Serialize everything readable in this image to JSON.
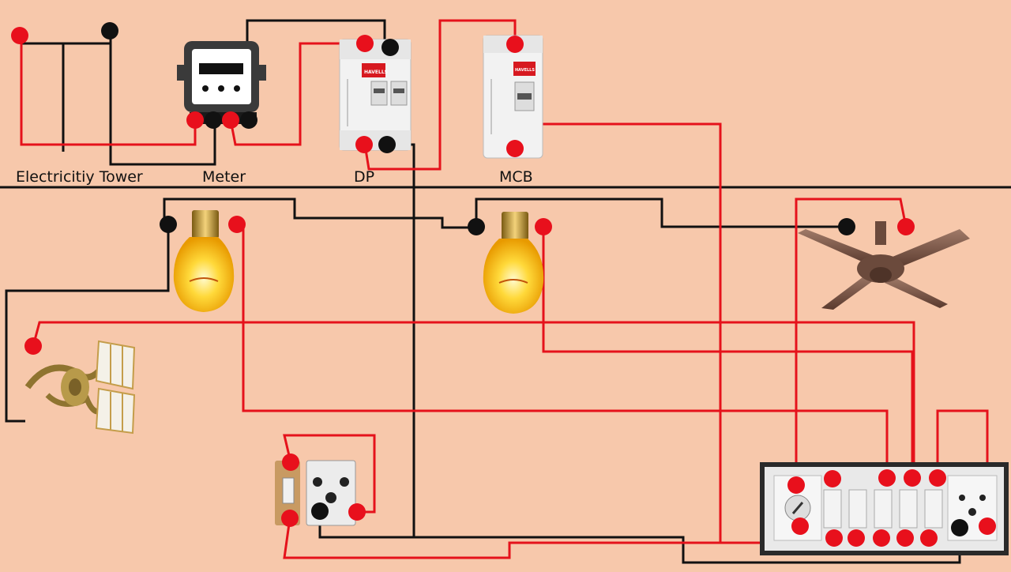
{
  "labels": {
    "tower": "Electricitiy Tower",
    "meter": "Meter",
    "dp": "DP",
    "mcb": "MCB"
  },
  "brand": "HAVELLS",
  "colors": {
    "background": "#f7c8ab",
    "phase_wire": "#e5121b",
    "neutral_wire": "#111111",
    "terminal_red": "#e8101c",
    "terminal_black": "#111111",
    "bulb_glass": "#f5b400",
    "fan_body": "#6b4a3c",
    "switchboard": "#e9e9e9"
  },
  "icons": [
    "electricity-tower",
    "energy-meter",
    "double-pole-breaker",
    "mcb-breaker",
    "bulb-icon",
    "ceiling-fan-icon",
    "wall-lamp-icon",
    "switch-socket-icon",
    "switchboard-icon"
  ]
}
